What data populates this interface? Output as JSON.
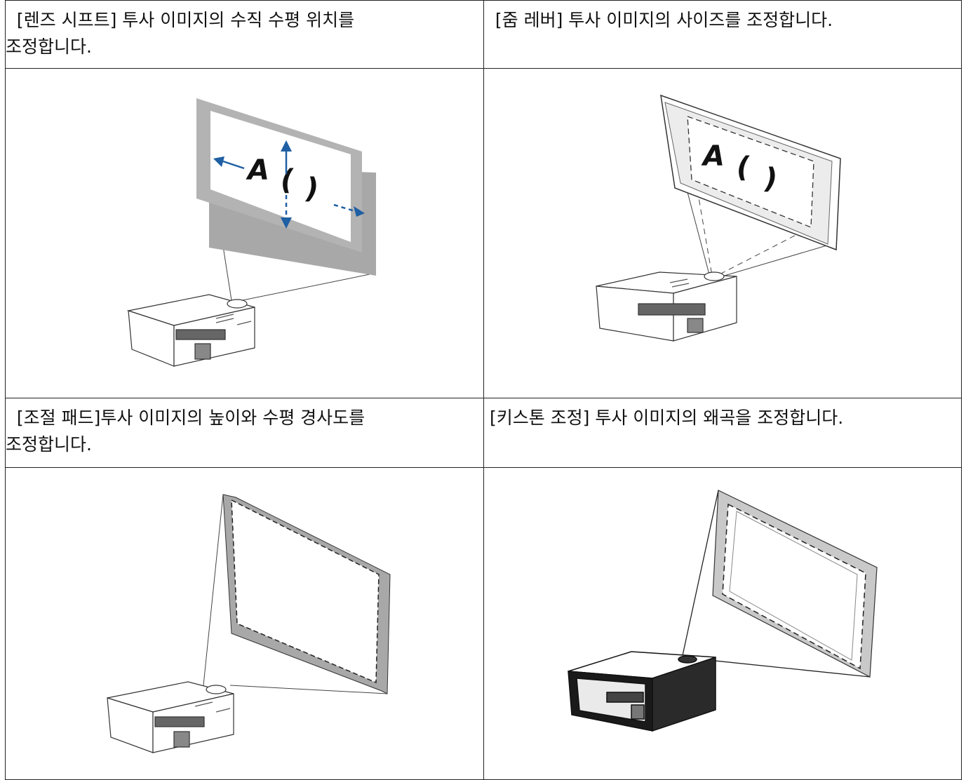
{
  "captions": {
    "lens_shift": "  [렌즈 시프트] 투사 이미지의 수직 수평 위치를\n조정합니다.",
    "zoom": "  [줌 레버] 투사 이미지의 사이즈를 조정합니다.",
    "adjust_pad": "  [조절 패드]투사 이미지의 높이와 수평 경사도를\n조정합니다.",
    "keystone": " [키스톤 조정] 투사 이미지의 왜곡을 조정합니다."
  },
  "screen_text": {
    "letter": "A",
    "open_paren": "(",
    "close_paren": ")"
  },
  "colors": {
    "arrow_blue": "#1f5fa3",
    "frame_gray": "#a8a8a8",
    "light_gray": "#c9c9c9"
  }
}
